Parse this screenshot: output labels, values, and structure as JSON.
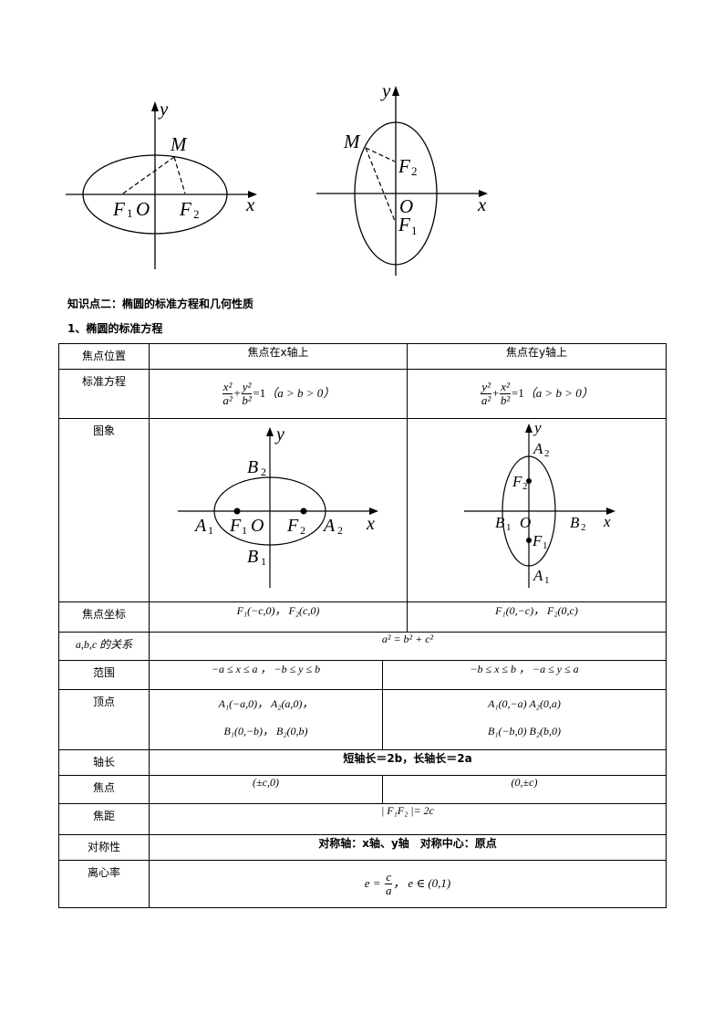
{
  "figures_top": {
    "left": {
      "labels": {
        "y": "y",
        "x": "x",
        "M": "M",
        "F1": "F",
        "F1_sub": "1",
        "O": "O",
        "F2": "F",
        "F2_sub": "2"
      }
    },
    "right": {
      "labels": {
        "y": "y",
        "x": "x",
        "M": "M",
        "F2": "F",
        "F2_sub": "2",
        "O": "O",
        "F1": "F",
        "F1_sub": "1"
      }
    }
  },
  "section_title": "知识点二：椭圆的标准方程和几何性质",
  "subsection_title": "1、椭圆的标准方程",
  "table": {
    "header": {
      "label": "焦点位置",
      "col_x": "焦点在x轴上",
      "col_y": "焦点在y轴上"
    },
    "rows": {
      "equation": {
        "label": "标准方程",
        "x_eq": {
          "num1": "x²",
          "den1": "a²",
          "num2": "y²",
          "den2": "b²",
          "rhs": "=1",
          "cond": "（a > b > 0）"
        },
        "y_eq": {
          "num1": "y²",
          "den1": "a²",
          "num2": "x²",
          "den2": "b²",
          "rhs": "=1",
          "cond": "（a > b > 0）"
        }
      },
      "graph": {
        "label": "图象",
        "x_fig": {
          "y": "y",
          "x": "x",
          "B2": "B",
          "B1": "B",
          "A1": "A",
          "A2": "A",
          "F1": "F",
          "F2": "F",
          "O": "O",
          "s1": "1",
          "s2": "2"
        },
        "y_fig": {
          "y": "y",
          "x": "x",
          "A2": "A",
          "A1": "A",
          "B1": "B",
          "B2": "B",
          "F1": "F",
          "F2": "F",
          "O": "O",
          "s1": "1",
          "s2": "2"
        }
      },
      "focus_coords": {
        "label": "焦点坐标",
        "x_val": "F₁(−c,0)， F₂(c,0)",
        "y_val": "F₁(0,−c)， F₂(0,c)"
      },
      "abc": {
        "label": "a,b,c 的关系",
        "value": "a² = b² + c²"
      },
      "range": {
        "label": "范围",
        "x_val": "−a ≤ x ≤ a ， −b ≤ y ≤ b",
        "y_val": "−b ≤ x ≤ b ， −a ≤ y ≤ a"
      },
      "vertices": {
        "label": "顶点",
        "x_line1": "A₁(−a,0)， A₂(a,0)，",
        "x_line2": "B₁(0,−b)， B₂(0,b)",
        "y_line1": "A₁(0,−a) A₂(0,a)",
        "y_line2": "B₁(−b,0) B₂(b,0)"
      },
      "axis_length": {
        "label": "轴长",
        "value": "短轴长＝2b，长轴长＝2a"
      },
      "foci": {
        "label": "焦点",
        "x_val": "(±c,0)",
        "y_val": "(0,±c)"
      },
      "focal_distance": {
        "label": "焦距",
        "value": "| F₁F₂ |= 2c"
      },
      "symmetry": {
        "label": "对称性",
        "value": "对称轴：x轴、y轴　对称中心：原点"
      },
      "eccentricity": {
        "label": "离心率",
        "num": "c",
        "den": "a",
        "pre": "e =",
        "post": "，  e ∈ (0,1)"
      }
    }
  }
}
